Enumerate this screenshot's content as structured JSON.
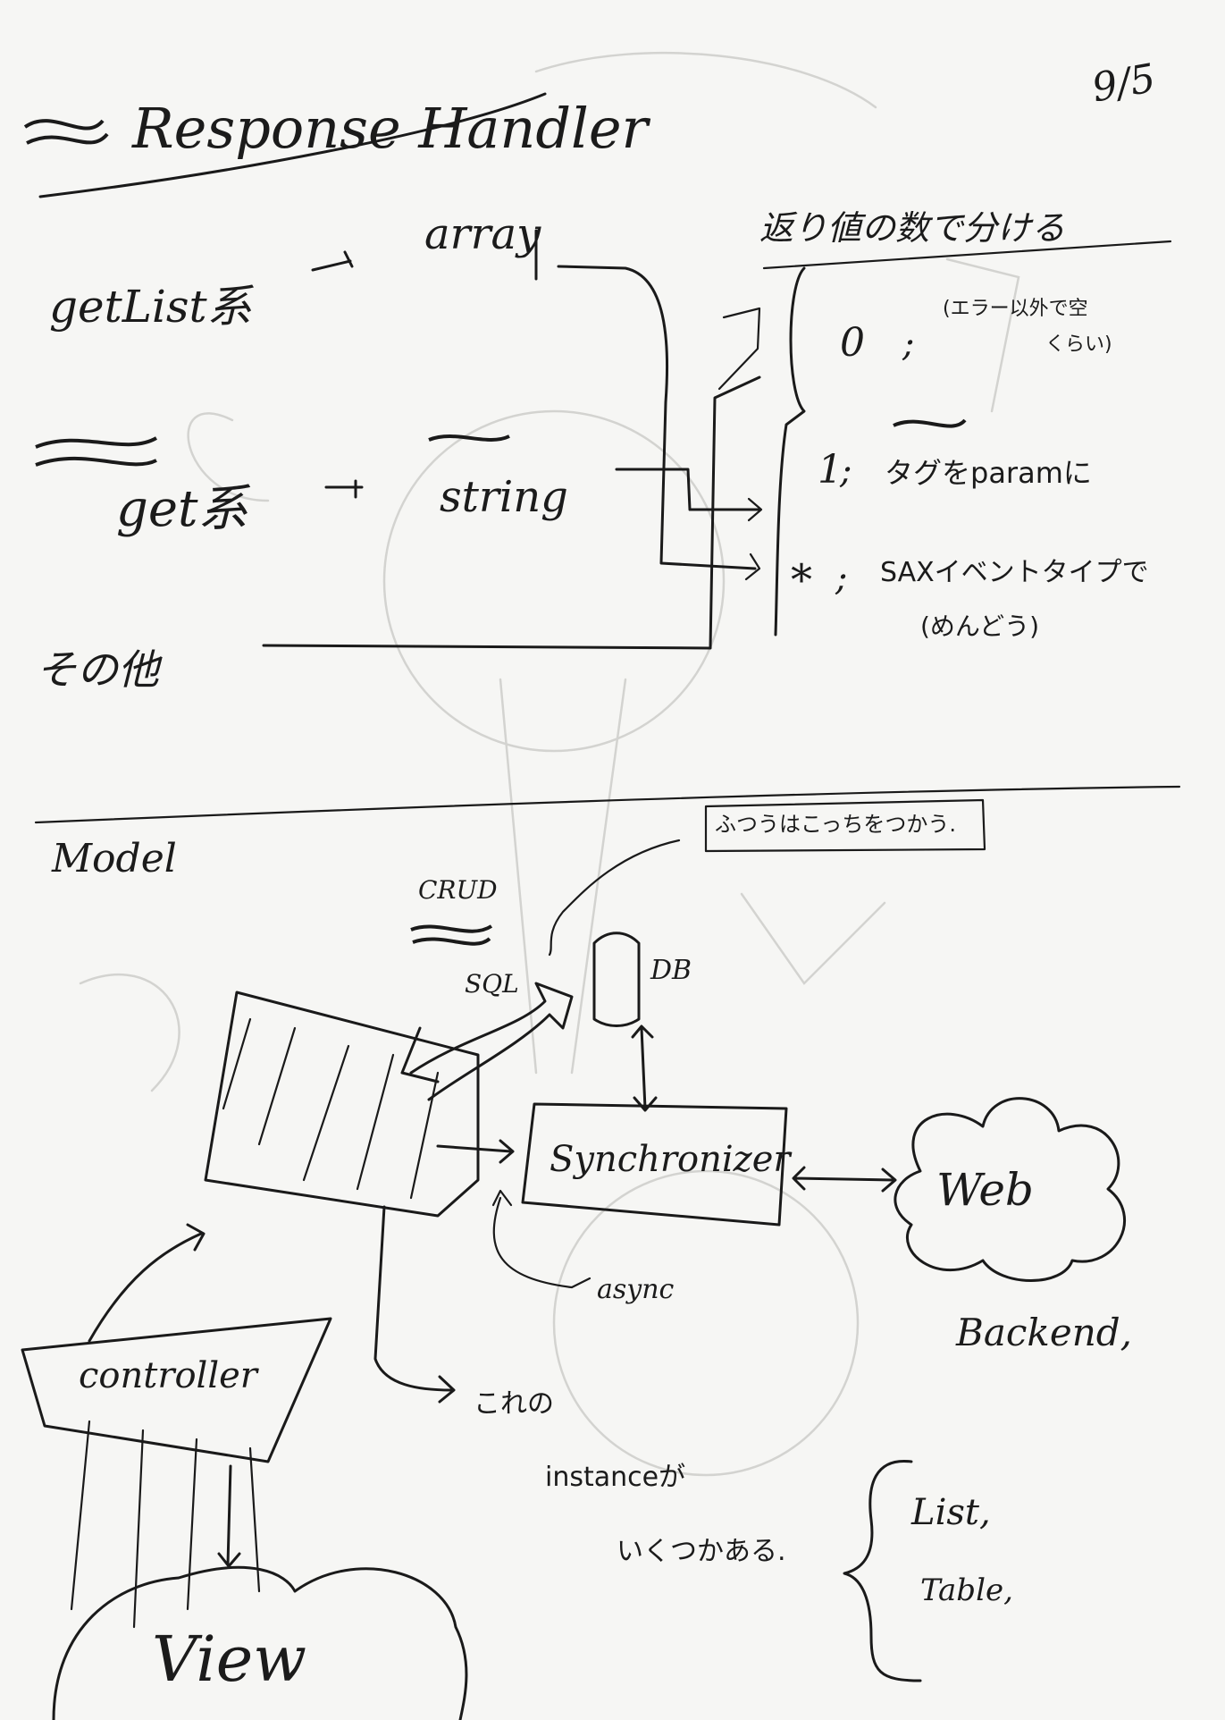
{
  "page_number": "9/5",
  "response_handler": {
    "title": "Response Handler",
    "rows": [
      {
        "label": "getList系",
        "type": "array"
      },
      {
        "label": "get系",
        "type": "string"
      },
      {
        "label": "その他",
        "type": ""
      }
    ],
    "note": "返り値の数で分ける",
    "cases": [
      {
        "key": "0",
        "text": "(エラー以外で空",
        "text2": "くらい)"
      },
      {
        "key": "1",
        "text": "タグをparamに"
      },
      {
        "key": "*",
        "text": "SAXイベントタイプで",
        "text2": "(めんどう)"
      }
    ]
  },
  "model": {
    "title": "Model",
    "crud_label": "CRUD",
    "sql_label": "SQL",
    "db_label": "DB",
    "bubble_note": "ふつうはこっちをつかう.",
    "synchronizer_label": "Synchronizer",
    "web_label": "Web",
    "backend_label": "Backend,",
    "async_label": "async",
    "controller_label": "controller",
    "view_label": "View",
    "instance_note": [
      "これの",
      "instanceが",
      "いくつかある."
    ],
    "view_types": [
      "List,",
      "Table,"
    ]
  }
}
